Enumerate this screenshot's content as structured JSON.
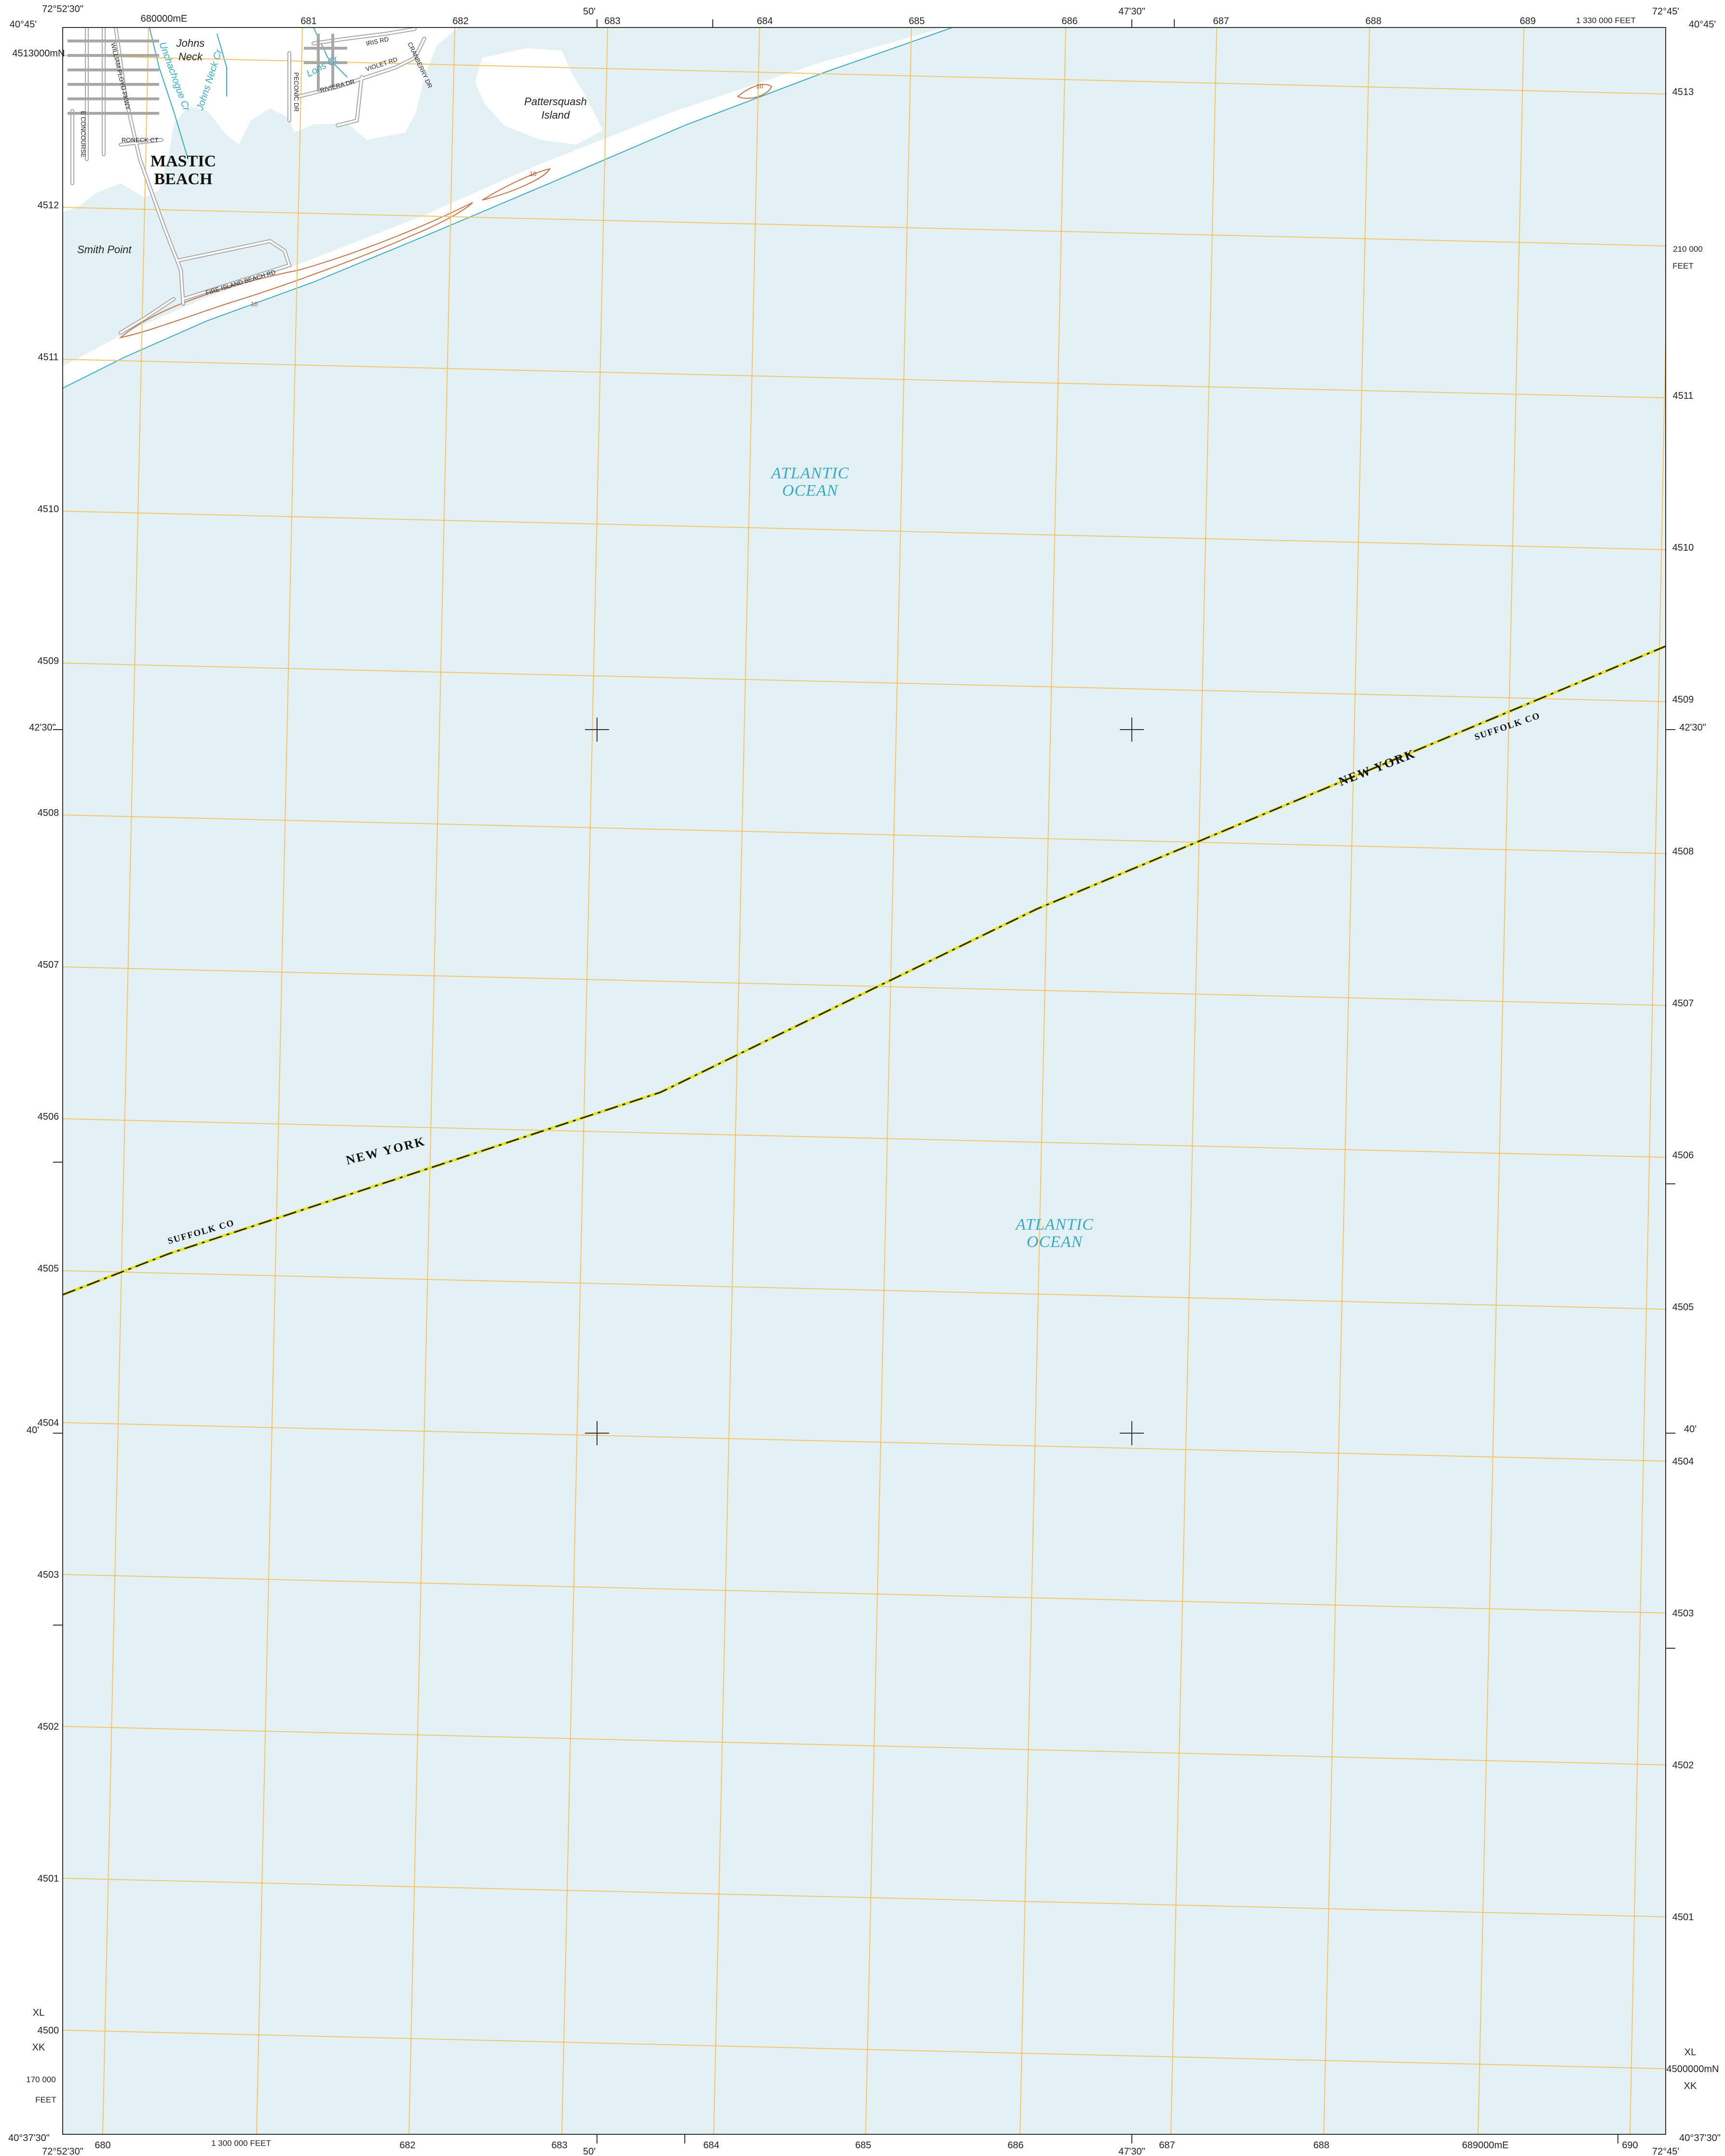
{
  "colors": {
    "ocean": "#e3f1f4",
    "land": "#ffffff",
    "grid": "#f5c36b",
    "contour": "#c27446",
    "road": "#a8a8a8",
    "boundary_fill": "#e6e22d",
    "boundary_line": "#222222",
    "water_text": "#3aa9c4"
  },
  "corners": {
    "nw_lon": "72°52'30\"",
    "nw_lat": "40°45'",
    "ne_lon": "72°45'",
    "ne_lat": "40°45'",
    "sw_lon": "72°52'30\"",
    "sw_lat": "40°37'30\"",
    "se_lon": "72°45'",
    "se_lat": "40°37'30\""
  },
  "top_ticks": {
    "e80": "680000mE",
    "e81": "681",
    "e82": "682",
    "m50": "50'",
    "e83": "683",
    "e84": "684",
    "e85": "685",
    "e86": "686",
    "m4730": "47'30\"",
    "e87": "687",
    "e88": "688",
    "e89": "689",
    "feet": "1 330 000 FEET"
  },
  "bottom_ticks": {
    "e80": "680",
    "feet": "1 300 000 FEET",
    "e82": "682",
    "e83": "683",
    "m50": "50'",
    "e84": "684",
    "e85": "685",
    "e86": "686",
    "m4730": "47'30\"",
    "e87": "687",
    "e88": "688",
    "e89": "689000mE",
    "e90": "690"
  },
  "left_ticks": {
    "n13": "4513000mN",
    "n12": "4512",
    "n11": "4511",
    "n10": "4510",
    "n09": "4509",
    "m4230": "42'30\"",
    "n08": "4508",
    "n07": "4507",
    "n06": "4506",
    "n05": "4505",
    "m40": "40'",
    "n04": "4504",
    "n03": "4503",
    "n02": "4502",
    "n01": "4501",
    "xl": "XL",
    "n00": "4500",
    "xk": "XK",
    "feet": "170 000",
    "feet_unit": "FEET"
  },
  "right_ticks": {
    "n13": "4513",
    "feet": "210 000",
    "feet_unit": "FEET",
    "n11": "4511",
    "n10": "4510",
    "n09": "4509",
    "m4230": "42'30\"",
    "n08": "4508",
    "n07": "4507",
    "n06": "4506",
    "n05": "4505",
    "m40": "40'",
    "n04": "4504",
    "n03": "4503",
    "n02": "4502",
    "n01": "4501",
    "xl": "XL",
    "n00": "4500000mN",
    "xk": "XK"
  },
  "labels": {
    "ocean_north": [
      "ATLANTIC",
      "OCEAN"
    ],
    "ocean_south": [
      "ATLANTIC",
      "OCEAN"
    ],
    "johns_neck": [
      "Johns",
      "Neck"
    ],
    "johns_neck_cr": "Johns Neck Cr",
    "lons_cr": "Lons Cr",
    "unchachogue_cr": "Unchachogue Cr",
    "pattersquash": [
      "Pattersquash",
      "Island"
    ],
    "mastic_beach": [
      "MASTIC",
      "BEACH"
    ],
    "smith_point": "Smith Point",
    "fire_island_beach_rd": "FIRE ISLAND BEACH RD",
    "william_floyd_pkwy": "WILLIAM FLOYD PKWY",
    "e_concourse": "E CONCOURSE",
    "roneck_ct": "RONECK CT",
    "peconic_dr": "PECONIC DR",
    "riviera_dr": "RIVIERA DR",
    "violet_rd": "VIOLET RD",
    "iris_rd": "IRIS RD",
    "cranberry_dr": "CRANBERRY DR",
    "contour_10": "10",
    "new_york_1": "NEW YORK",
    "suffolk_1": "SUFFOLK CO",
    "new_york_2": "NEW YORK",
    "suffolk_2": "SUFFOLK CO"
  }
}
